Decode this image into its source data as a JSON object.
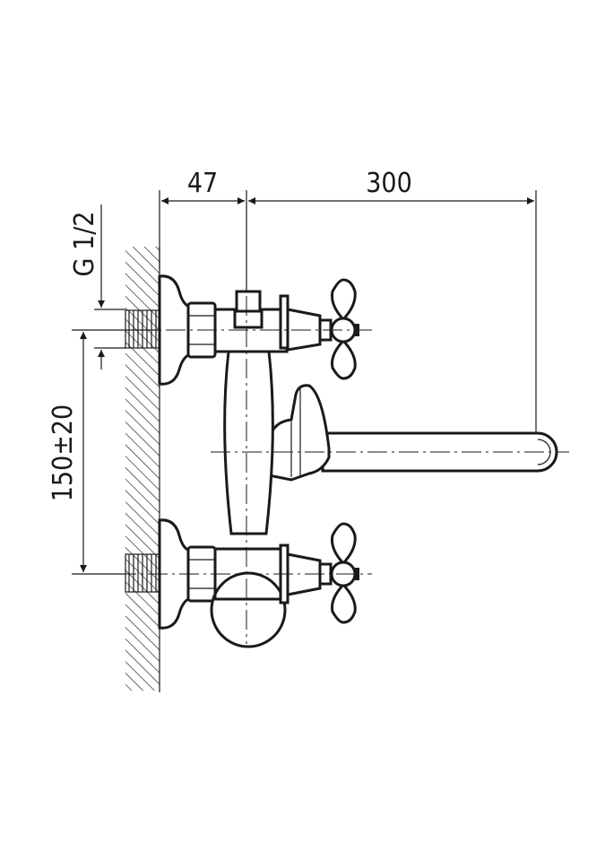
{
  "drawing": {
    "dimensions": {
      "wall_to_axis": "47",
      "axis_to_spout": "300",
      "thread": "G 1/2",
      "inlet_spacing": "150±20"
    },
    "line_color": "#1a1a1a"
  }
}
